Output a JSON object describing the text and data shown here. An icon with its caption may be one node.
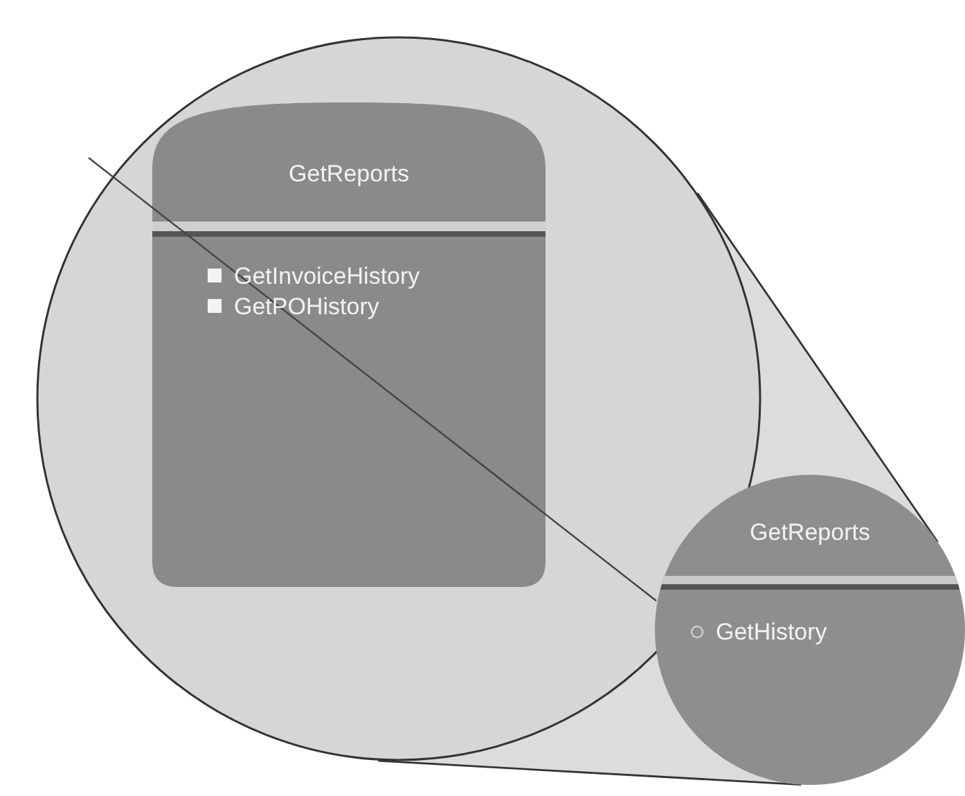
{
  "diagram": {
    "nodes": [
      {
        "text": [],
        "shape": "circle"
      },
      {
        "text": [
          "GetReports",
          "GetInvoiceHistory",
          "GetPOHistory"
        ],
        "in": 0
      },
      {
        "text": [
          "GetReports",
          "GetHistory"
        ]
      }
    ],
    "edges": [
      {
        "from": 0,
        "to": 2,
        "arrow": "none"
      },
      {
        "from": 0,
        "to": 2,
        "arrow": "none"
      }
    ]
  }
}
